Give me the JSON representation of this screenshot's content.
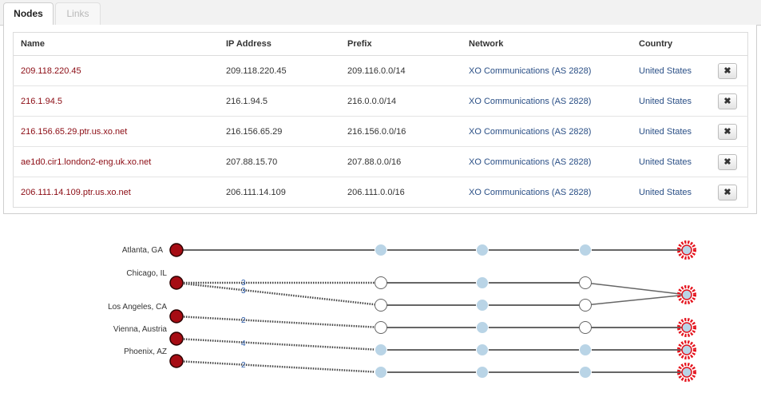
{
  "tabs": [
    {
      "label": "Nodes",
      "active": true
    },
    {
      "label": "Links",
      "active": false
    }
  ],
  "table": {
    "headers": [
      "Name",
      "IP Address",
      "Prefix",
      "Network",
      "Country"
    ],
    "rows": [
      {
        "name": "209.118.220.45",
        "ip": "209.118.220.45",
        "prefix": "209.116.0.0/14",
        "network": "XO Communications (AS 2828)",
        "country": "United States"
      },
      {
        "name": "216.1.94.5",
        "ip": "216.1.94.5",
        "prefix": "216.0.0.0/14",
        "network": "XO Communications (AS 2828)",
        "country": "United States"
      },
      {
        "name": "216.156.65.29.ptr.us.xo.net",
        "ip": "216.156.65.29",
        "prefix": "216.156.0.0/16",
        "network": "XO Communications (AS 2828)",
        "country": "United States"
      },
      {
        "name": "ae1d0.cir1.london2-eng.uk.xo.net",
        "ip": "207.88.15.70",
        "prefix": "207.88.0.0/16",
        "network": "XO Communications (AS 2828)",
        "country": "United States"
      },
      {
        "name": "206.111.14.109.ptr.us.xo.net",
        "ip": "206.111.14.109",
        "prefix": "206.111.0.0/16",
        "network": "XO Communications (AS 2828)",
        "country": "United States"
      }
    ],
    "remove_icon": "✖"
  },
  "graph": {
    "sources": [
      "Atlanta, GA",
      "Chicago, IL",
      "Los Angeles, CA",
      "Vienna, Austria",
      "Phoenix, AZ"
    ],
    "link_counts": [
      "3",
      "3",
      "2",
      "4",
      "2"
    ]
  },
  "colors": {
    "source_node": "#a60c14",
    "hop_node": "#b9d4e6",
    "empty_node": "#ffffff",
    "target_node": "#e4121c",
    "name_link": "#8b0a12",
    "blue_link": "#2a4f86"
  }
}
